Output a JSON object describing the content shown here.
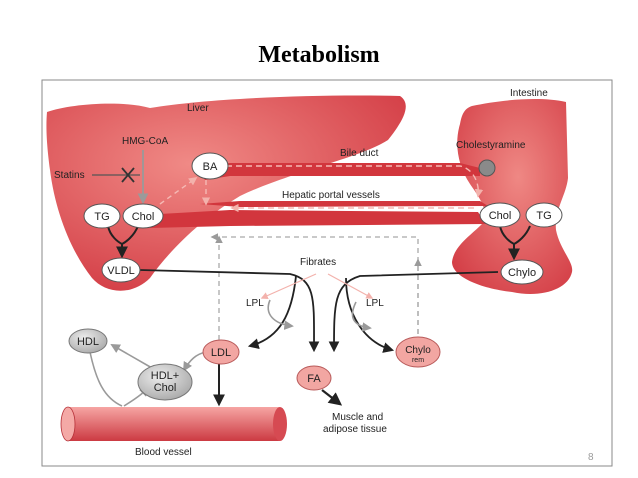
{
  "slide": {
    "title": "Metabolism",
    "page_number": "8"
  },
  "diagram": {
    "regions": {
      "liver": "Liver",
      "intestine": "Intestine",
      "blood_vessel": "Blood vessel"
    },
    "nodes": {
      "ba": "BA",
      "tg_liver": "TG",
      "chol_liver": "Chol",
      "vldl": "VLDL",
      "chol_intestine": "Chol",
      "tg_intestine": "TG",
      "chylo": "Chylo",
      "hdl": "HDL",
      "hdl_chol_line1": "HDL+",
      "hdl_chol_line2": "Chol",
      "ldl": "LDL",
      "fa": "FA",
      "chylo_rem_line1": "Chylo",
      "chylo_rem_line2": "rem"
    },
    "labels": {
      "hmg_coa": "HMG-CoA",
      "statins": "Statins",
      "bile_duct": "Bile duct",
      "cholestyramine": "Cholestyramine",
      "hepatic_portal": "Hepatic portal vessels",
      "fibrates": "Fibrates",
      "lpl_left": "LPL",
      "lpl_right": "LPL",
      "muscle_line1": "Muscle and",
      "muscle_line2": "adipose tissue"
    },
    "colors": {
      "organ_fill": "#d9474e",
      "organ_highlight": "#ee8b88",
      "vessel_red": "#d2363d",
      "node_pink": "#f2a6a2",
      "node_grey": "#c9c9c9",
      "frame": "#8a8a8a"
    }
  }
}
